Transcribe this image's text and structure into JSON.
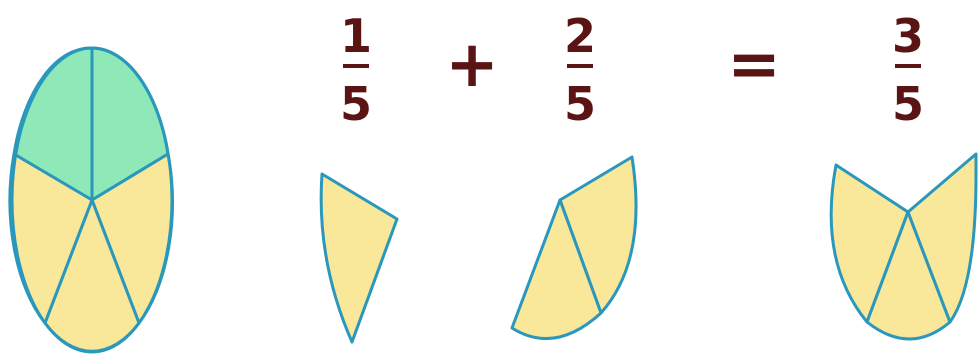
{
  "colors": {
    "piece_fill": "#F9E79A",
    "shaded_fill": "#8FE8B8",
    "outline": "#2A97BC",
    "text": "#5A1414"
  },
  "circle": {
    "total_parts": 5,
    "shaded_parts": 2
  },
  "equation": {
    "term1": {
      "numerator": "1",
      "denominator": "5"
    },
    "operator_plus": "+",
    "term2": {
      "numerator": "2",
      "denominator": "5"
    },
    "operator_equals": "=",
    "result": {
      "numerator": "3",
      "denominator": "5"
    }
  },
  "pieces": {
    "term1_slices": 1,
    "term2_slices": 2,
    "result_slices": 3
  }
}
